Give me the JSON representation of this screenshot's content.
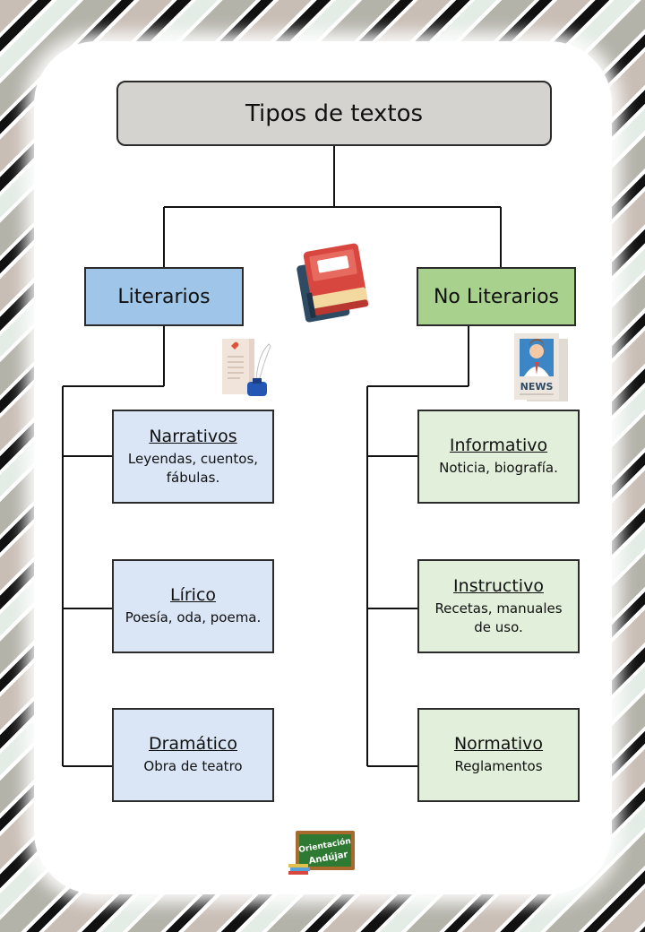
{
  "root": {
    "label": "Tipos de textos"
  },
  "categories": [
    {
      "label": "Literarios",
      "color": "#9fc5e8",
      "children": [
        {
          "title": "Narrativos",
          "desc": "Leyendas, cuentos, fábulas."
        },
        {
          "title": "Lírico",
          "desc": "Poesía, oda, poema."
        },
        {
          "title": "Dramático",
          "desc": "Obra de teatro"
        }
      ]
    },
    {
      "label": "No Literarios",
      "color": "#a9d18e",
      "children": [
        {
          "title": "Informativo",
          "desc": "Noticia, biografía."
        },
        {
          "title": "Instructivo",
          "desc": "Recetas, manuales de uso."
        },
        {
          "title": "Normativo",
          "desc": "Reglamentos"
        }
      ]
    }
  ],
  "icons": {
    "books": "books-icon",
    "letter": "letter-quill-icon",
    "news": "newspaper-icon",
    "logo": "chalkboard-logo"
  },
  "newspaper_label": "NEWS",
  "logo": {
    "line1": "Orientación",
    "line2": "Andújar"
  }
}
